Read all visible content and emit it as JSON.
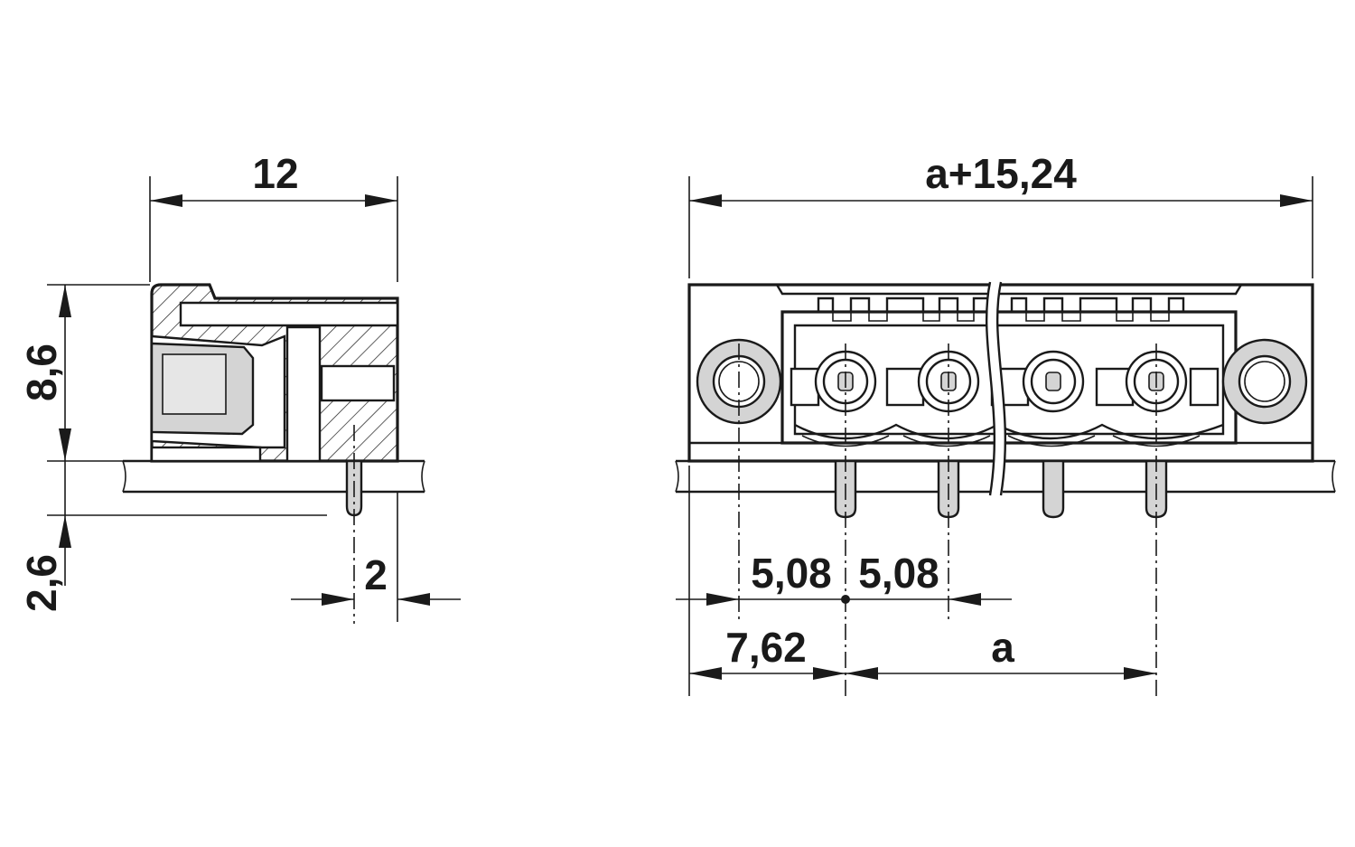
{
  "side_view": {
    "width_dim": "12",
    "height_dim": "8,6",
    "pin_length_dim": "2,6",
    "pin_offset_dim": "2"
  },
  "front_view": {
    "overall_dim": "a+15,24",
    "pitch_left": "5,08",
    "pitch_right": "5,08",
    "edge_offset": "7,62",
    "span": "a"
  },
  "colors": {
    "line": "#1a1a1a",
    "fill_grey": "#d4d4d4",
    "background": "#ffffff"
  }
}
